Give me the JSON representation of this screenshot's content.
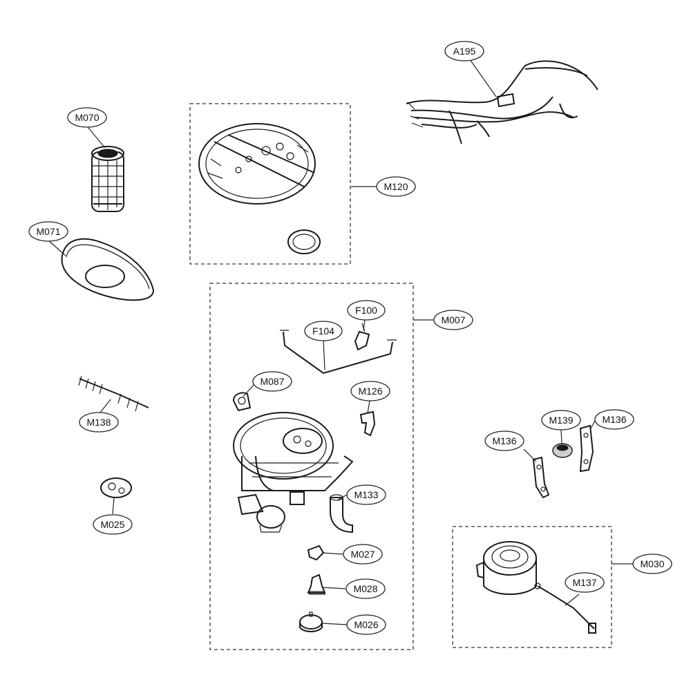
{
  "diagram": {
    "labels": {
      "A195": "A195",
      "M070": "M070",
      "M120": "M120",
      "M071": "M071",
      "F100": "F100",
      "F104": "F104",
      "M007": "M007",
      "M087": "M087",
      "M126": "M126",
      "M138": "M138",
      "M139": "M139",
      "M136a": "M136",
      "M136b": "M136",
      "M133": "M133",
      "M025": "M025",
      "M027": "M027",
      "M030": "M030",
      "M028": "M028",
      "M137": "M137",
      "M026": "M026"
    }
  }
}
